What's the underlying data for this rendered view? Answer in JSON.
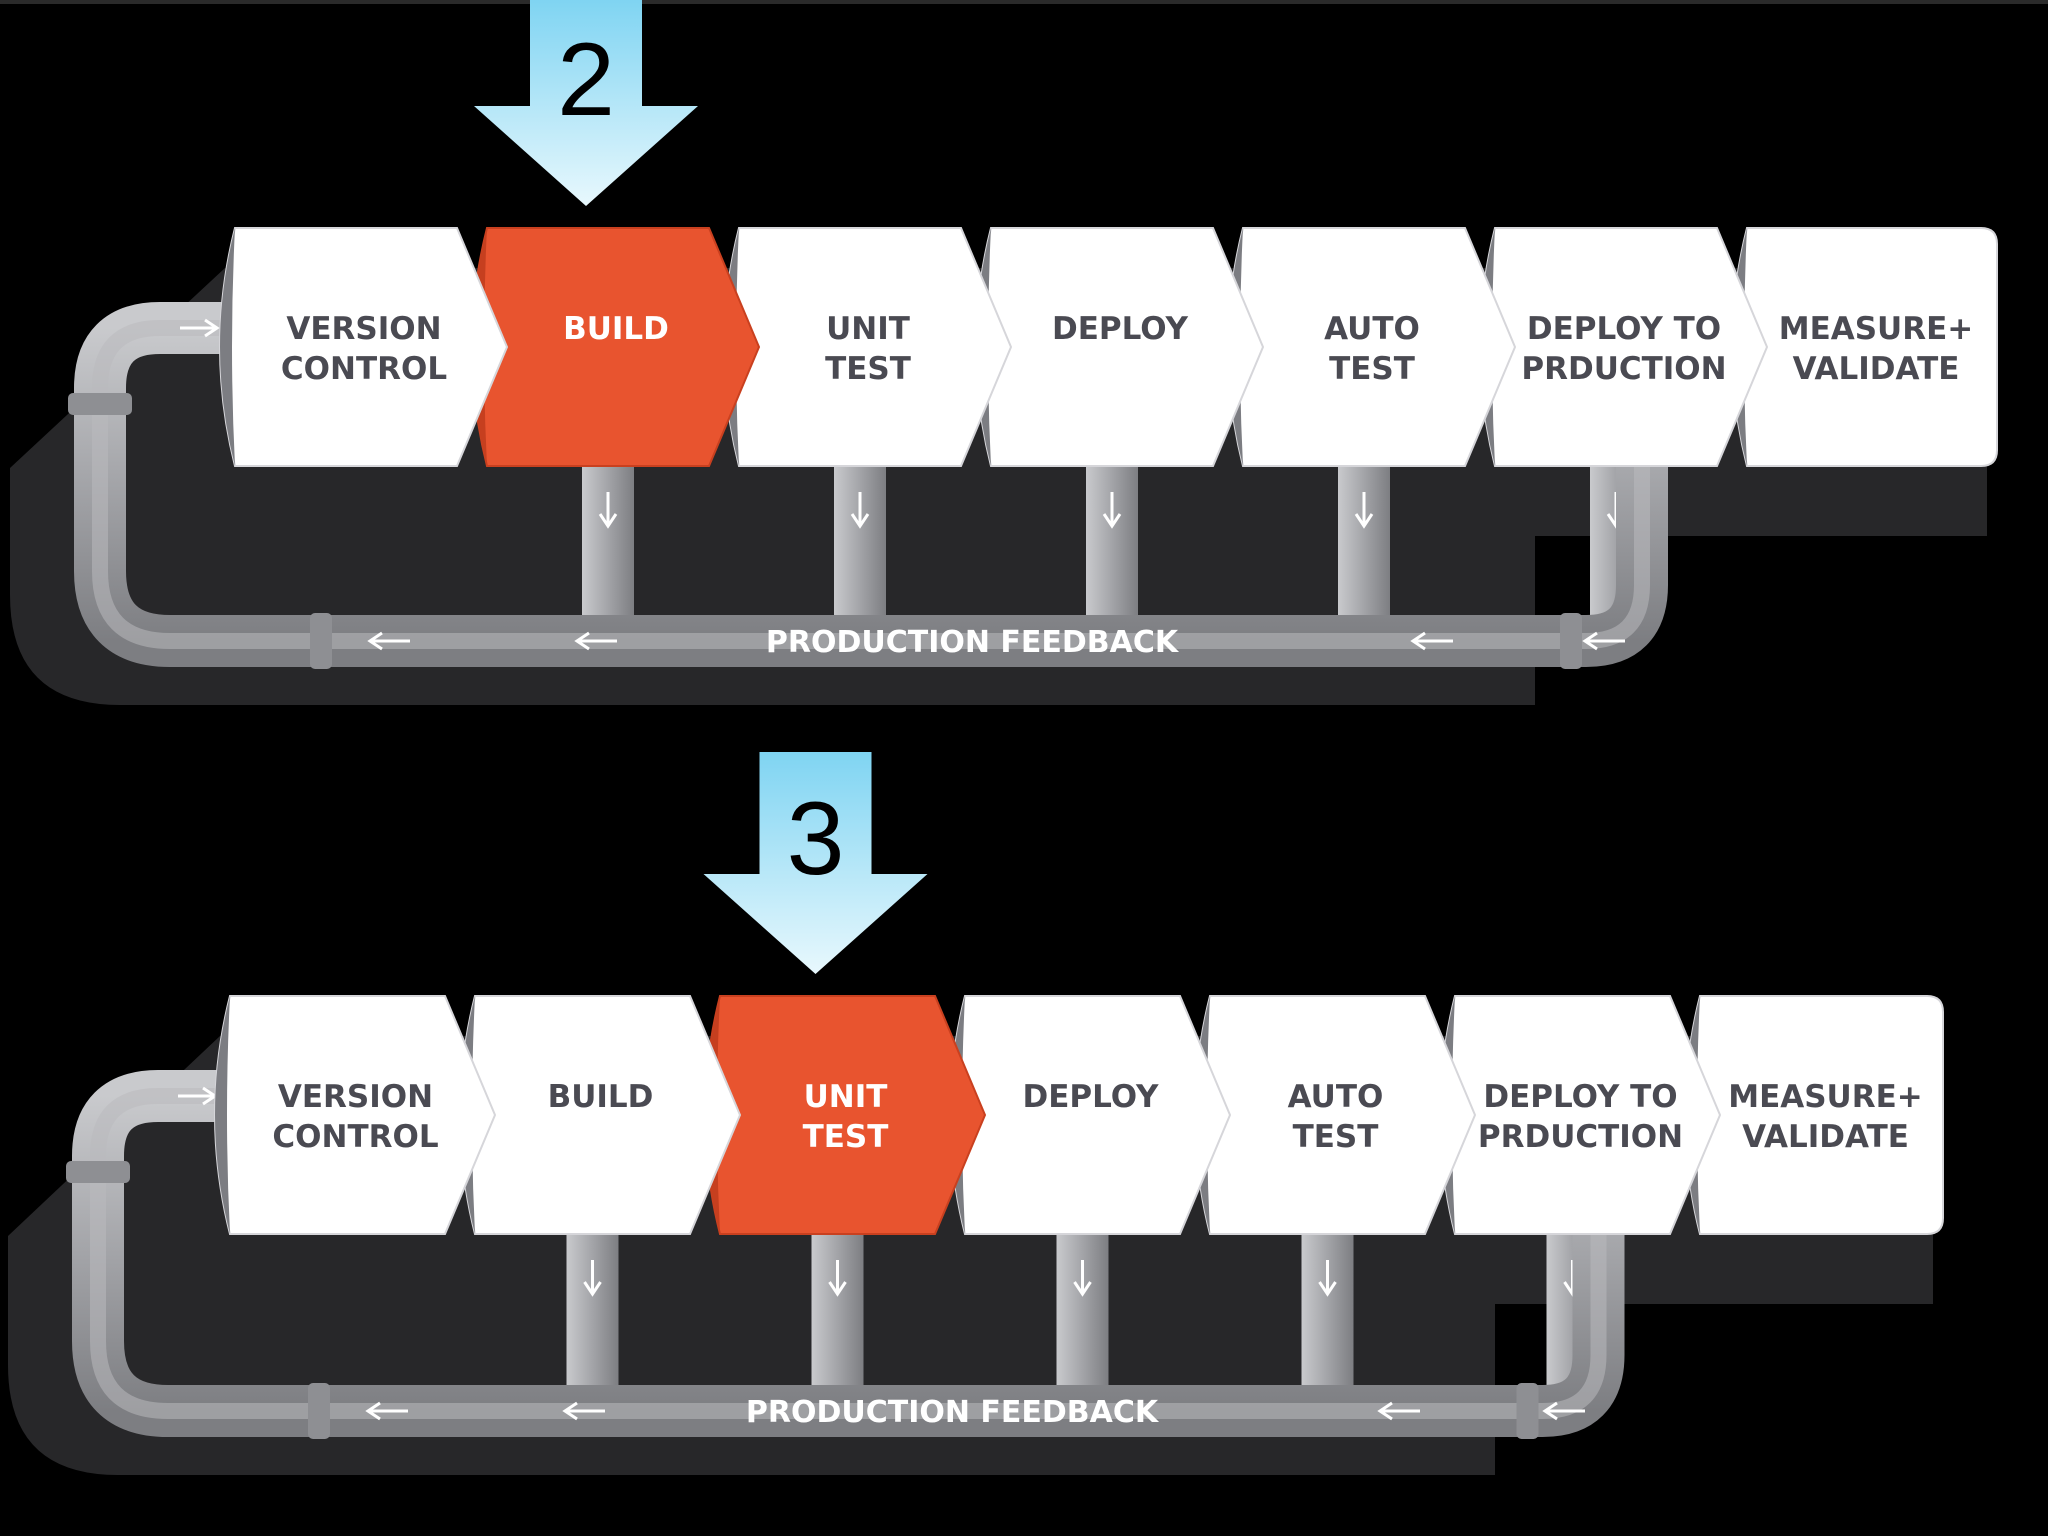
{
  "diagrams": [
    {
      "step_number": "2",
      "highlight_index": 1,
      "stages": [
        {
          "line1": "VERSION",
          "line2": "CONTROL"
        },
        {
          "line1": "BUILD",
          "line2": ""
        },
        {
          "line1": "UNIT",
          "line2": "TEST"
        },
        {
          "line1": "DEPLOY",
          "line2": ""
        },
        {
          "line1": "AUTO",
          "line2": "TEST"
        },
        {
          "line1": "DEPLOY TO",
          "line2": "PRDUCTION"
        },
        {
          "line1": "MEASURE+",
          "line2": "VALIDATE"
        }
      ],
      "feedback_label": "PRODUCTION FEEDBACK"
    },
    {
      "step_number": "3",
      "highlight_index": 2,
      "stages": [
        {
          "line1": "VERSION",
          "line2": "CONTROL"
        },
        {
          "line1": "BUILD",
          "line2": ""
        },
        {
          "line1": "UNIT",
          "line2": "TEST"
        },
        {
          "line1": "DEPLOY",
          "line2": ""
        },
        {
          "line1": "AUTO",
          "line2": "TEST"
        },
        {
          "line1": "DEPLOY TO",
          "line2": "PRDUCTION"
        },
        {
          "line1": "MEASURE+",
          "line2": "VALIDATE"
        }
      ],
      "feedback_label": "PRODUCTION FEEDBACK"
    }
  ],
  "colors": {
    "background": "#000000",
    "stage_fill": "#ffffff",
    "stage_edge": "#d6d6da",
    "highlight_fill": "#e8542f",
    "pipe": "#a7a8ac",
    "label_text": "#4a4a52",
    "marker_arrow": "#c8eefa"
  }
}
